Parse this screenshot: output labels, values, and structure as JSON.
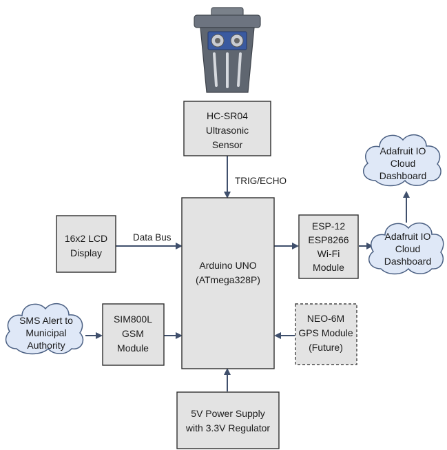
{
  "colors": {
    "box_fill": "#e3e3e3",
    "box_stroke": "#2f2f2f",
    "cloud_fill": "#dfe8f7",
    "cloud_stroke": "#4a5f82",
    "arrow": "#3f4f6c",
    "bin_body": "#5f6670",
    "sensor": "#3a5aa0"
  },
  "icons": {
    "trash_bin": "trash-bin-with-sensor-icon"
  },
  "blocks": {
    "sensor": {
      "line1": "HC-SR04",
      "line2": "Ultrasonic",
      "line3": "Sensor"
    },
    "arduino": {
      "line1": "Arduino UNO",
      "line2": "(ATmega328P)"
    },
    "lcd": {
      "line1": "16x2 LCD",
      "line2": "Display"
    },
    "wifi": {
      "line1": "ESP-12",
      "line2": "ESP8266",
      "line3": "Wi-Fi",
      "line4": "Module"
    },
    "gsm": {
      "line1": "SIM800L",
      "line2": "GSM",
      "line3": "Module"
    },
    "gps": {
      "line1": "NEO-6M",
      "line2": "GPS Module",
      "line3": "(Future)"
    },
    "power": {
      "line1": "5V Power Supply",
      "line2": "with 3.3V Regulator"
    }
  },
  "clouds": {
    "dashboard_top": {
      "line1": "Adafruit IO",
      "line2": "Cloud",
      "line3": "Dashboard"
    },
    "dashboard_right": {
      "line1": "Adafruit IO",
      "line2": "Cloud",
      "line3": "Dashboard"
    },
    "sms": {
      "line1": "SMS Alert to",
      "line2": "Municipal",
      "line3": "Authority"
    }
  },
  "connections": {
    "trig_echo": "TRIG/ECHO",
    "data_bus": "Data Bus"
  }
}
